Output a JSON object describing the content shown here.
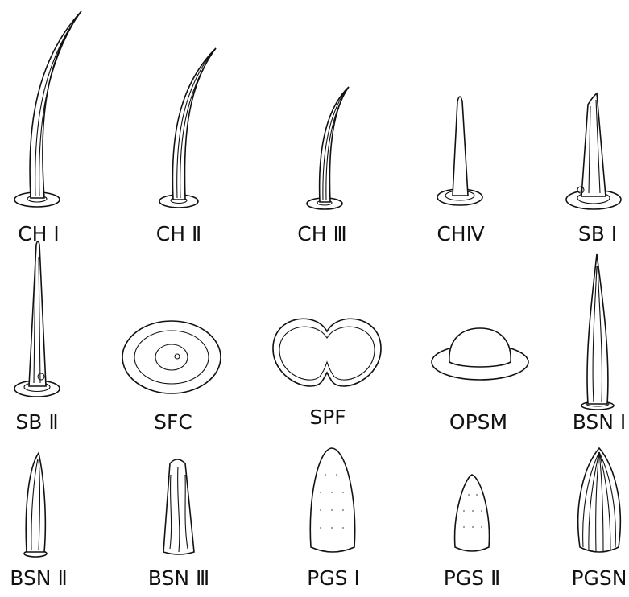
{
  "labels": {
    "ch1": "CH Ⅰ",
    "ch2": "CH Ⅱ",
    "ch3": "CH Ⅲ",
    "ch4": "CHⅣ",
    "sb1": "SB Ⅰ",
    "sb2": "SB Ⅱ",
    "sfc": "SFC",
    "spf": "SPF",
    "opsm": "OPSM",
    "bsn1": "BSN Ⅰ",
    "bsn2": "BSN Ⅱ",
    "bsn3": "BSN Ⅲ",
    "pgs1": "PGS Ⅰ",
    "pgs2": "PGS Ⅱ",
    "pgsn": "PGSN"
  }
}
